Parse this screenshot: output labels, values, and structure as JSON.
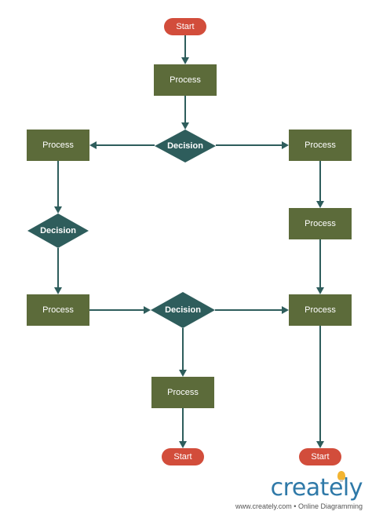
{
  "diagram": {
    "nodes": [
      {
        "id": "start_top",
        "type": "terminal",
        "label": "Start"
      },
      {
        "id": "process_1",
        "type": "process",
        "label": "Process"
      },
      {
        "id": "decision_1",
        "type": "decision",
        "label": "Decision"
      },
      {
        "id": "process_left_1",
        "type": "process",
        "label": "Process"
      },
      {
        "id": "process_right_1",
        "type": "process",
        "label": "Process"
      },
      {
        "id": "decision_left",
        "type": "decision",
        "label": "Decision"
      },
      {
        "id": "process_right_2",
        "type": "process",
        "label": "Process"
      },
      {
        "id": "process_left_2",
        "type": "process",
        "label": "Process"
      },
      {
        "id": "decision_2",
        "type": "decision",
        "label": "Decision"
      },
      {
        "id": "process_right_3",
        "type": "process",
        "label": "Process"
      },
      {
        "id": "process_bottom",
        "type": "process",
        "label": "Process"
      },
      {
        "id": "start_bottom_center",
        "type": "terminal",
        "label": "Start"
      },
      {
        "id": "start_bottom_right",
        "type": "terminal",
        "label": "Start"
      }
    ],
    "edges": [
      {
        "from": "start_top",
        "to": "process_1"
      },
      {
        "from": "process_1",
        "to": "decision_1"
      },
      {
        "from": "decision_1",
        "to": "process_left_1"
      },
      {
        "from": "decision_1",
        "to": "process_right_1"
      },
      {
        "from": "process_left_1",
        "to": "decision_left"
      },
      {
        "from": "decision_left",
        "to": "process_left_2"
      },
      {
        "from": "process_right_1",
        "to": "process_right_2"
      },
      {
        "from": "process_right_2",
        "to": "process_right_3"
      },
      {
        "from": "process_left_2",
        "to": "decision_2"
      },
      {
        "from": "decision_2",
        "to": "process_right_3"
      },
      {
        "from": "decision_2",
        "to": "process_bottom"
      },
      {
        "from": "process_bottom",
        "to": "start_bottom_center"
      },
      {
        "from": "process_right_3",
        "to": "start_bottom_right"
      }
    ]
  },
  "colors": {
    "process_fill": "#5c6b3a",
    "decision_fill": "#2e5d5c",
    "terminal_fill": "#d24d3b",
    "edge_color": "#2e5d5c",
    "label_color": "#ffffff",
    "brand_color": "#2f79a8",
    "bulb_color": "#f2b431"
  },
  "branding": {
    "logo_text": "creately",
    "tagline": "www.creately.com • Online Diagramming"
  }
}
